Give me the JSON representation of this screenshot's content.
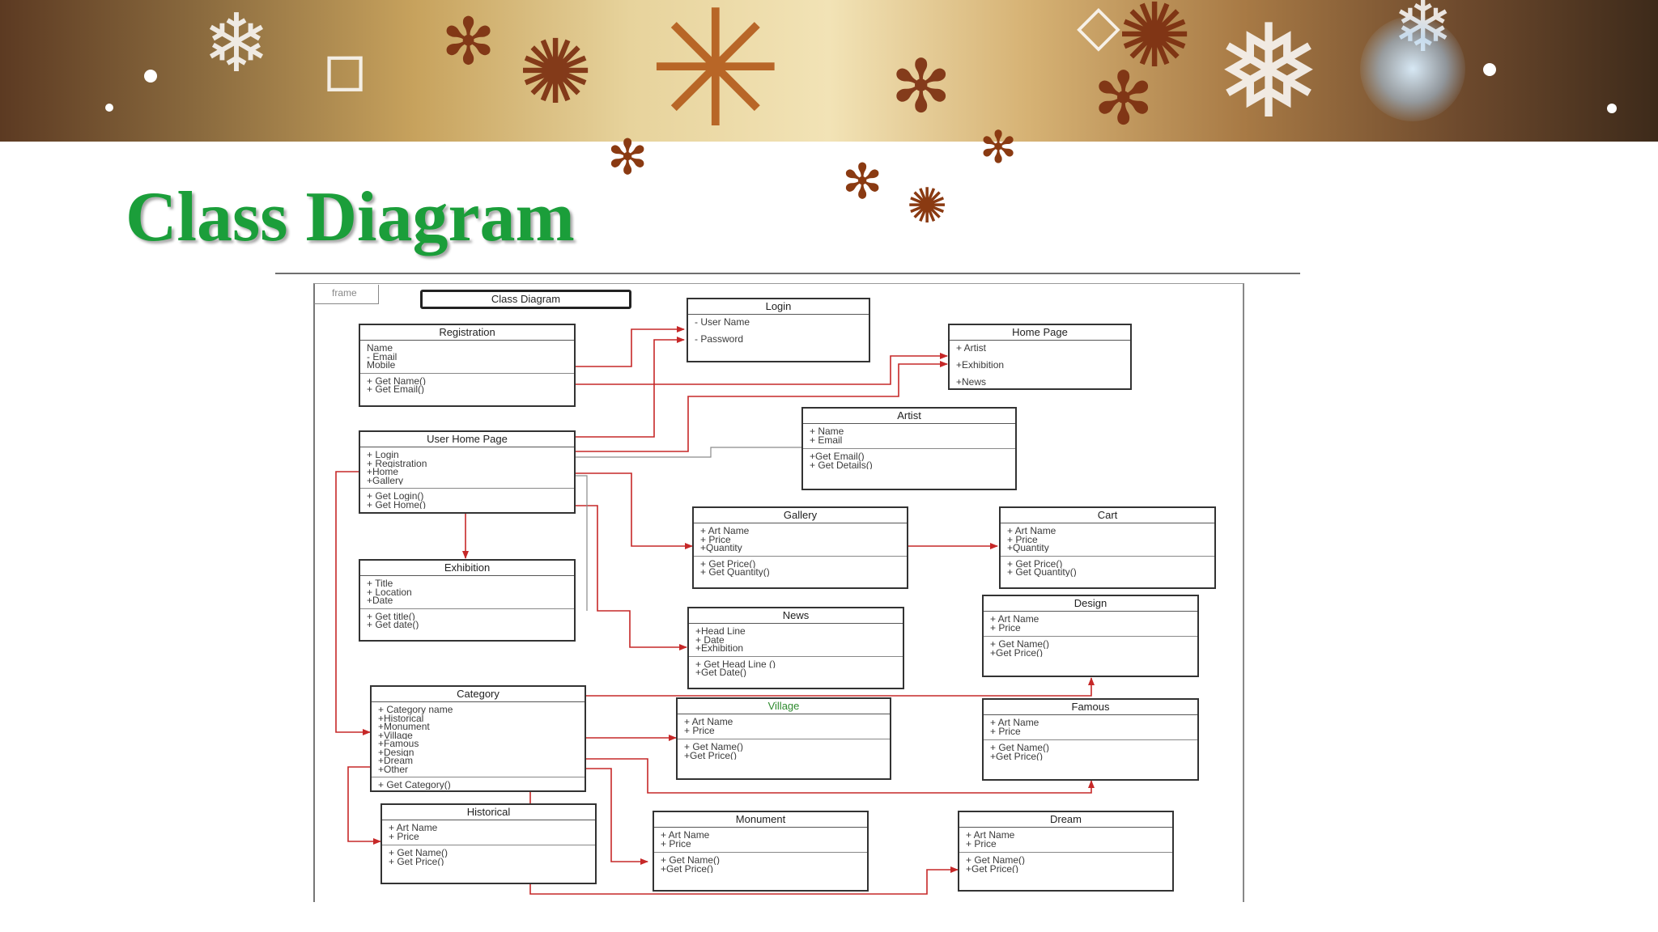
{
  "slide": {
    "title": "Class Diagram"
  },
  "diagram": {
    "frame_tab": "frame",
    "title": "Class Diagram",
    "classes": [
      {
        "name": "Registration",
        "attributes": [
          "Name",
          "- Email",
          "Mobile"
        ],
        "methods": [
          "+ Get Name()",
          "+ Get Email()"
        ]
      },
      {
        "name": "Login",
        "attributes": [
          "- User Name",
          "",
          "- Password"
        ],
        "methods": []
      },
      {
        "name": "Home Page",
        "attributes": [
          "+ Artist",
          "",
          "+Exhibition",
          "",
          "+News"
        ],
        "methods": []
      },
      {
        "name": "Artist",
        "attributes": [
          "+ Name",
          "+ Email"
        ],
        "methods": [
          "+Get Email()",
          "+ Get Details()"
        ]
      },
      {
        "name": "User Home Page",
        "attributes": [
          "+ Login",
          "+ Registration",
          "+Home",
          "+Gallery"
        ],
        "methods": [
          "+ Get Login()",
          "+ Get Home()"
        ]
      },
      {
        "name": "Gallery",
        "attributes": [
          "+ Art Name",
          "+ Price",
          "+Quantity"
        ],
        "methods": [
          "+ Get Price()",
          "+ Get Quantity()"
        ]
      },
      {
        "name": "Cart",
        "attributes": [
          "+ Art Name",
          "+ Price",
          "+Quantity"
        ],
        "methods": [
          "+ Get Price()",
          "+ Get Quantity()"
        ]
      },
      {
        "name": "Exhibition",
        "attributes": [
          "+ Title",
          "+ Location",
          "+Date"
        ],
        "methods": [
          "+ Get title()",
          "+ Get date()"
        ]
      },
      {
        "name": "News",
        "attributes": [
          "+Head Line",
          "+ Date",
          "+Exhibition"
        ],
        "methods": [
          "+ Get Head Line ()",
          "+Get Date()"
        ]
      },
      {
        "name": "Design",
        "attributes": [
          "+ Art Name",
          "+ Price"
        ],
        "methods": [
          "+ Get Name()",
          "+Get Price()"
        ]
      },
      {
        "name": "Category",
        "attributes": [
          "+ Category name",
          "+Historical",
          "+Monument",
          "+Village",
          "+Famous",
          "+Design",
          "+Dream",
          "+Other"
        ],
        "methods": [
          "+ Get Category()"
        ]
      },
      {
        "name": "Village",
        "attributes": [
          "+ Art Name",
          "+ Price"
        ],
        "methods": [
          "+ Get Name()",
          "+Get Price()"
        ]
      },
      {
        "name": "Famous",
        "attributes": [
          "+ Art Name",
          "+ Price"
        ],
        "methods": [
          "+ Get Name()",
          "+Get Price()"
        ]
      },
      {
        "name": "Historical",
        "attributes": [
          "+ Art Name",
          "+ Price"
        ],
        "methods": [
          "+ Get Name()",
          "+ Get Price()"
        ]
      },
      {
        "name": "Monument",
        "attributes": [
          "+ Art Name",
          "+ Price"
        ],
        "methods": [
          "+ Get Name()",
          "+Get Price()"
        ]
      },
      {
        "name": "Dream",
        "attributes": [
          "+ Art Name",
          "+ Price"
        ],
        "methods": [
          "+ Get Name()",
          "+Get Price()"
        ]
      }
    ],
    "colors": {
      "line": "#c62828",
      "border": "#333333",
      "title_green": "#1b9e3a"
    }
  }
}
